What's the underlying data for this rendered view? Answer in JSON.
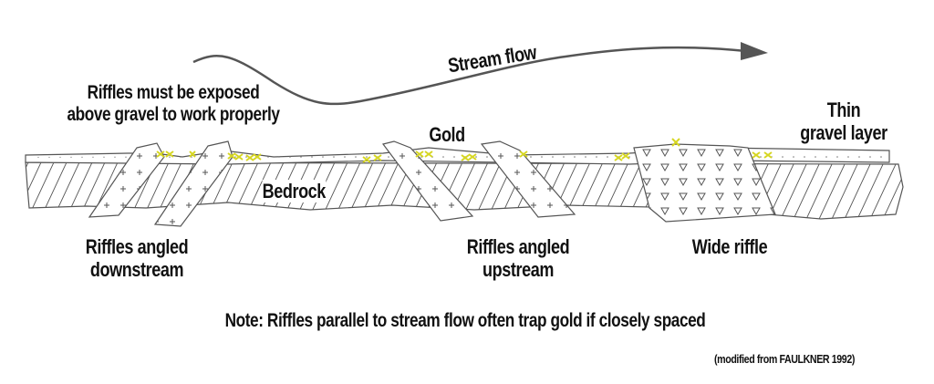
{
  "labels": {
    "stream_flow": "Stream flow",
    "riffles_exposed_line1": "Riffles must be exposed",
    "riffles_exposed_line2": "above gravel to work properly",
    "gold": "Gold",
    "thin_gravel_line1": "Thin",
    "thin_gravel_line2": "gravel layer",
    "bedrock": "Bedrock",
    "riffles_downstream_line1": "Riffles angled",
    "riffles_downstream_line2": "downstream",
    "riffles_upstream_line1": "Riffles angled",
    "riffles_upstream_line2": "upstream",
    "wide_riffle": "Wide riffle",
    "note": "Note: Riffles parallel to  stream flow often trap gold if closely spaced",
    "citation": "(modified from FAULKNER 1992)"
  },
  "colors": {
    "line": "#555555",
    "gold": "#d6d622",
    "text": "#111111",
    "arrow": "#555555"
  }
}
